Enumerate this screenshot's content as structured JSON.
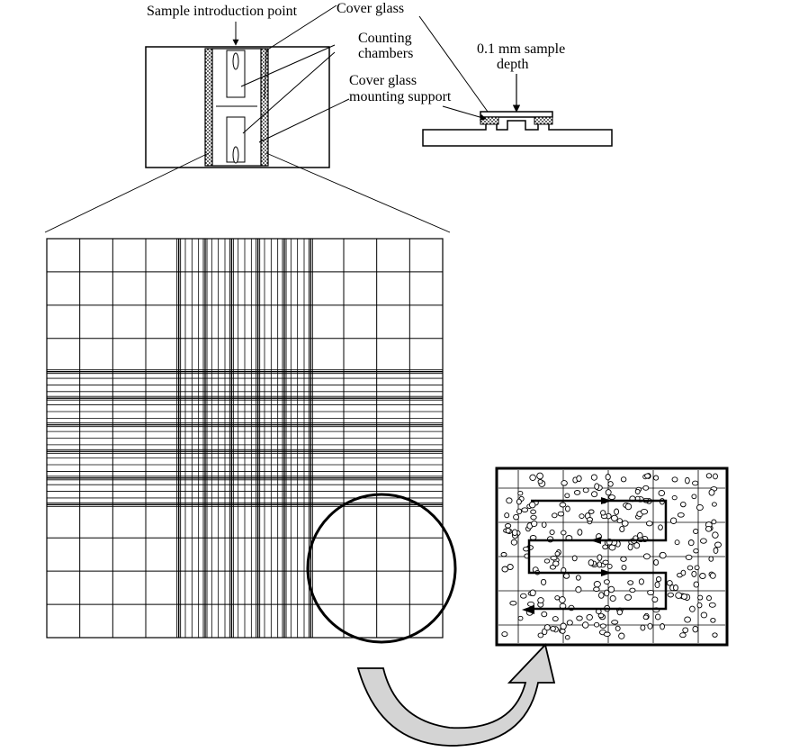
{
  "labels": {
    "sample_introduction_point": "Sample introduction point",
    "cover_glass": "Cover glass",
    "counting_line1": "Counting",
    "counting_line2": "chambers",
    "mounting_line1": "Cover glass",
    "mounting_line2": "mounting support",
    "depth_line1": "0.1 mm sample",
    "depth_line2": "depth"
  },
  "colors": {
    "ink": "#000000",
    "arrow_fill": "#d4d4d4",
    "paper": "#ffffff"
  }
}
